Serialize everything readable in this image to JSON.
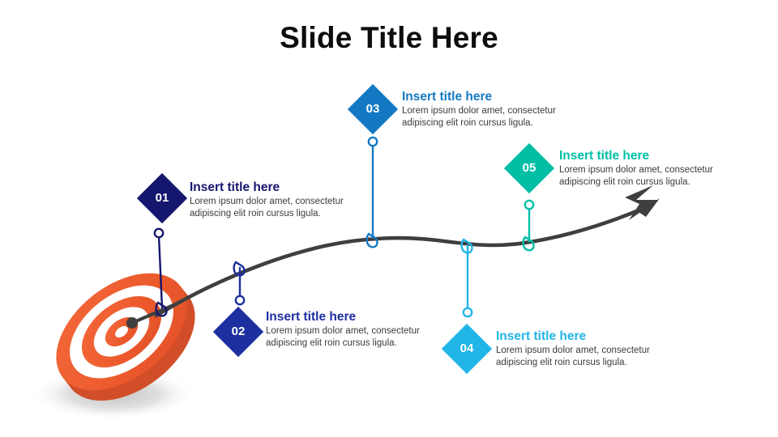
{
  "slide": {
    "title": "Slide Title Here",
    "background": "#ffffff",
    "title_color": "#0d0d0d"
  },
  "graphic": {
    "target_icon": "target-dartboard-icon",
    "target_color_outer": "#ef5a2a",
    "target_color_mid": "#e8602f",
    "target_center_dot": "#3f3f3f",
    "shadow_color": "#d0d0d0",
    "arrow_icon": "arrow-head-icon",
    "path_color": "#3f3f3f",
    "path_label": "curved-journey-path"
  },
  "steps": [
    {
      "number": "01",
      "title": "Insert title here",
      "body": "Lorem ipsum dolor amet, consectetur adipiscing elit roin cursus ligula.",
      "color": "#15166e",
      "title_color": "#15166e",
      "connector": "connector-01"
    },
    {
      "number": "02",
      "title": "Insert title here",
      "body": "Lorem ipsum dolor amet, consectetur adipiscing elit roin cursus ligula.",
      "color": "#1d2f9e",
      "title_color": "#1d2f9e",
      "connector": "connector-02"
    },
    {
      "number": "03",
      "title": "Insert title here",
      "body": "Lorem ipsum dolor amet, consectetur adipiscing elit roin cursus ligula.",
      "color": "#1479c4",
      "title_color": "#1479c4",
      "connector": "connector-03"
    },
    {
      "number": "04",
      "title": "Insert title here",
      "body": "Lorem ipsum dolor amet, consectetur adipiscing elit roin cursus ligula.",
      "color": "#22b5e8",
      "title_color": "#22b5e8",
      "connector": "connector-04"
    },
    {
      "number": "05",
      "title": "Insert title here",
      "body": "Lorem ipsum dolor amet, consectetur adipiscing elit roin cursus ligula.",
      "color": "#00bfa5",
      "title_color": "#00bfa5",
      "connector": "connector-05"
    }
  ]
}
